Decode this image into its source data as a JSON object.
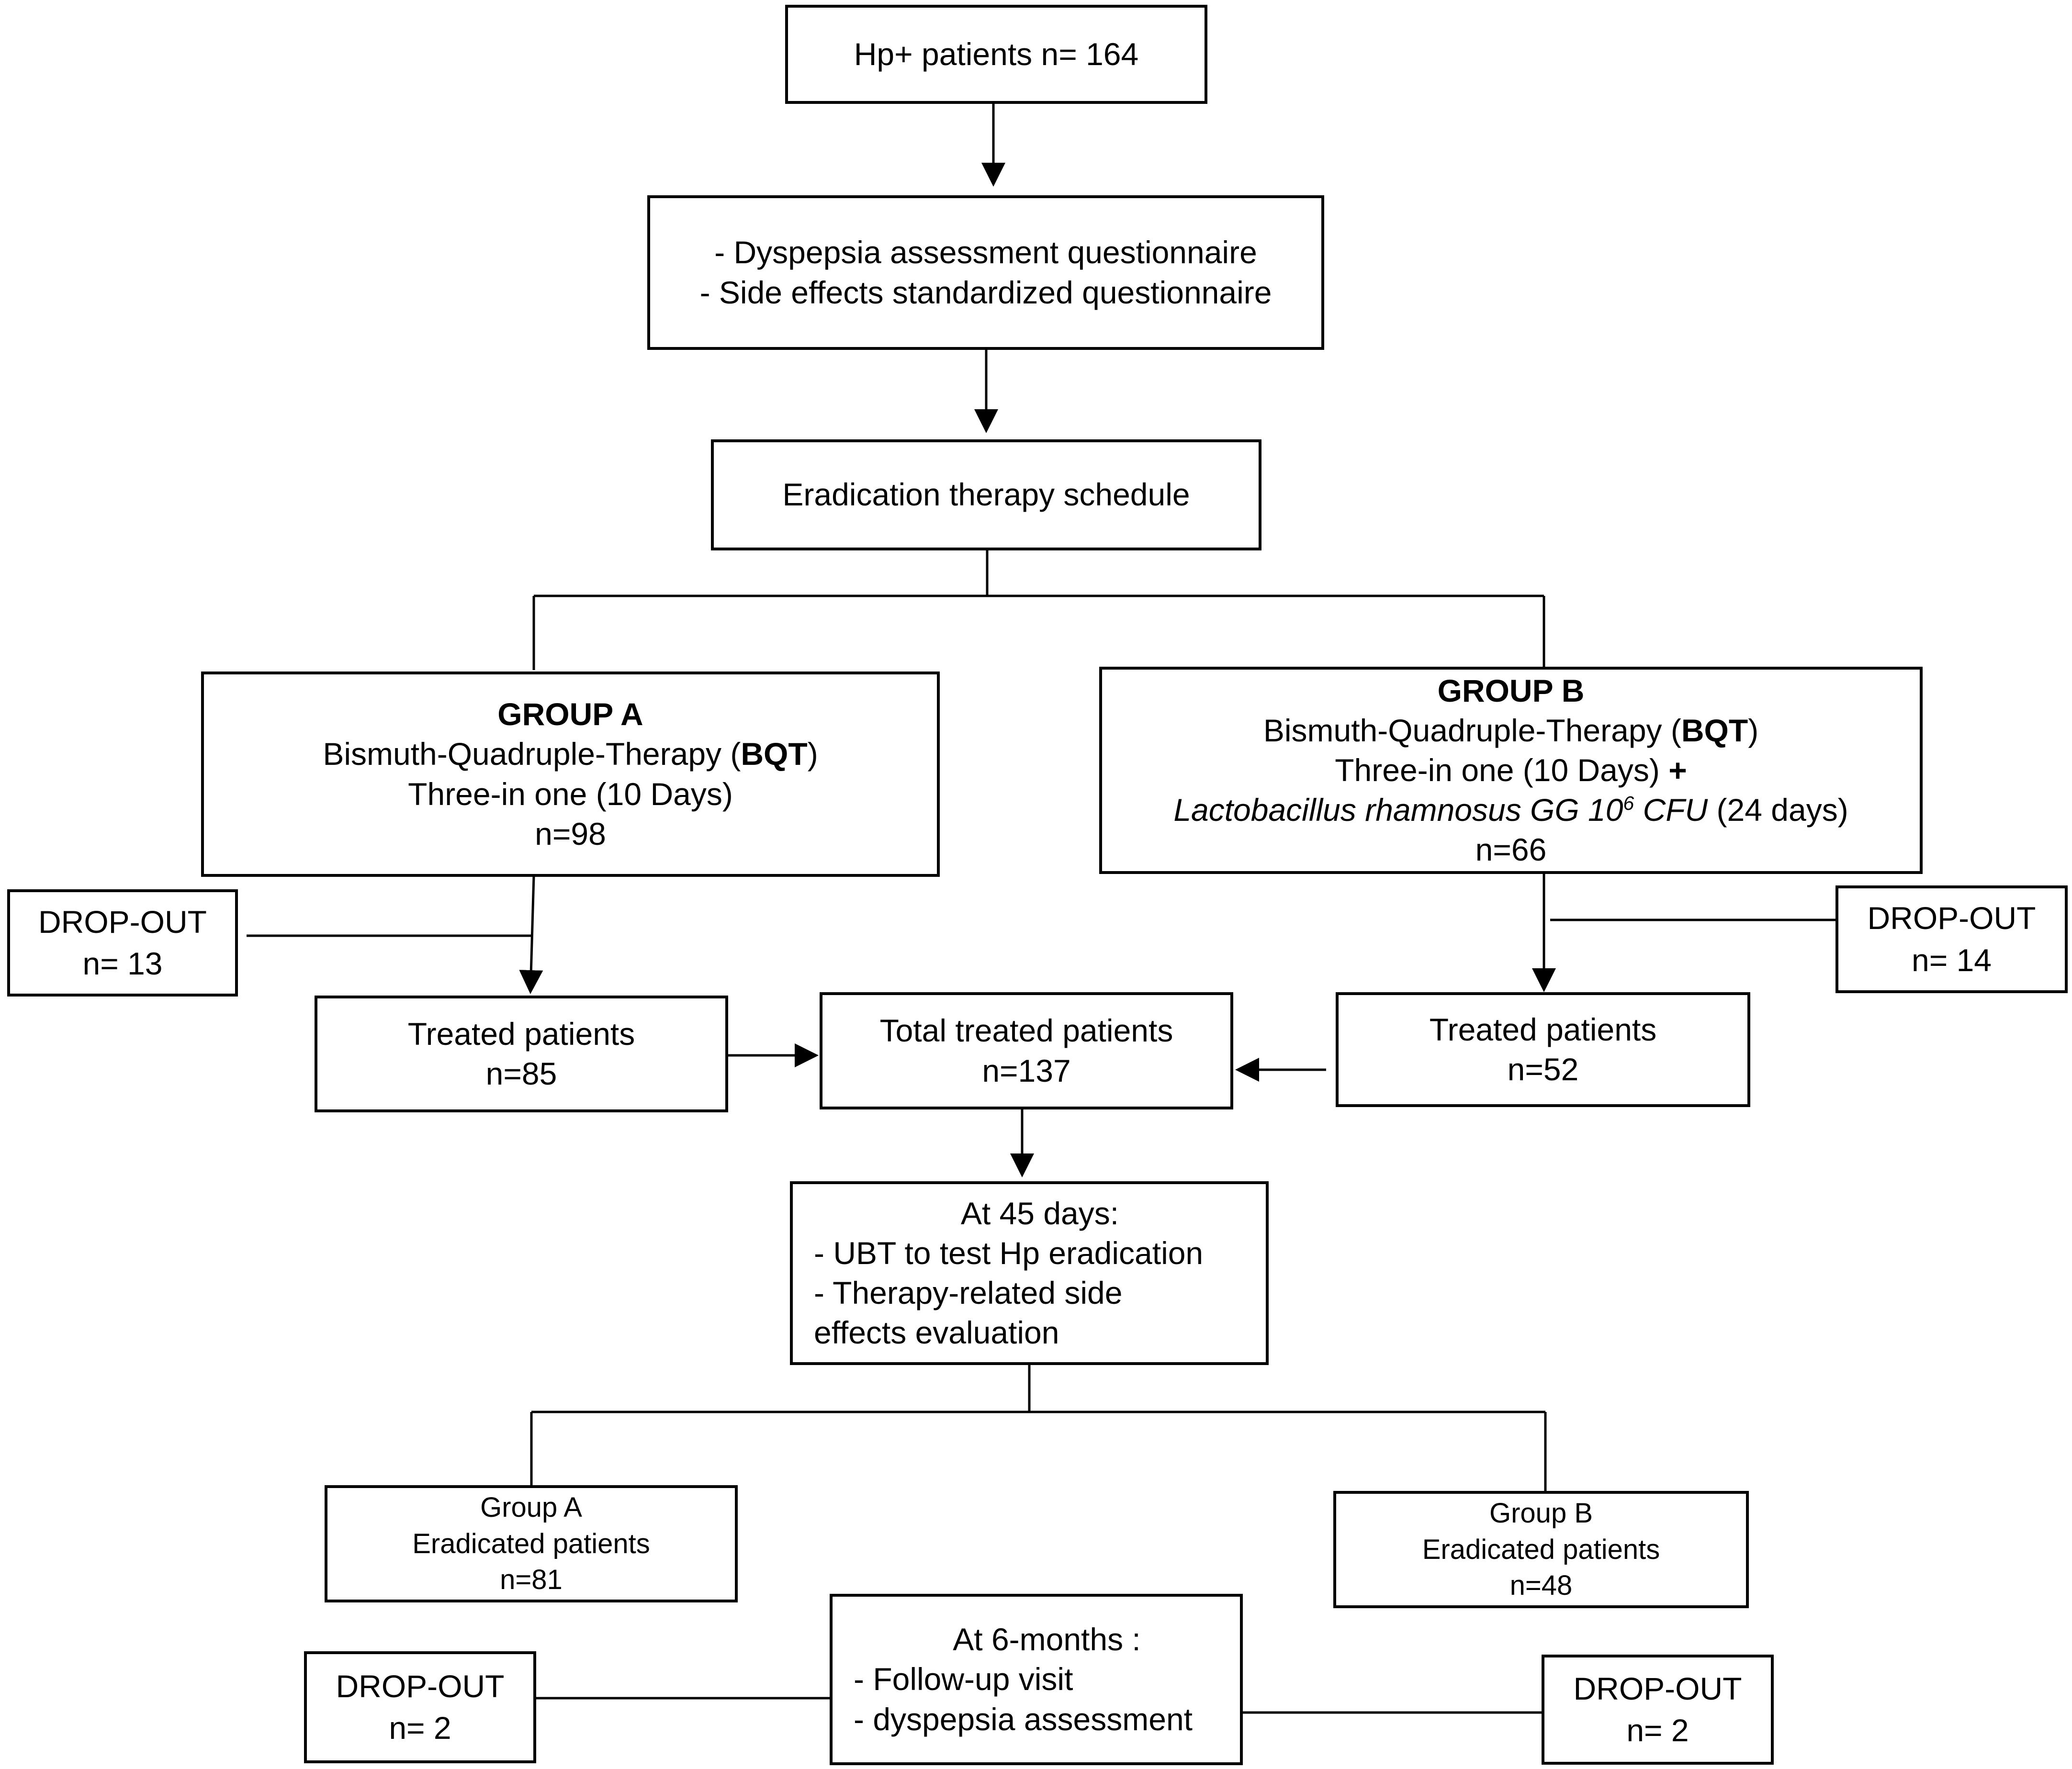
{
  "start": {
    "label": "Hp+ patients n= 164"
  },
  "questionnaires": {
    "line1": "- Dyspepsia assessment questionnaire",
    "line2": "- Side effects standardized questionnaire"
  },
  "schedule": {
    "label": "Eradication therapy schedule"
  },
  "group_a": {
    "title": "GROUP A",
    "therapy_prefix": "Bismuth-Quadruple-Therapy (",
    "therapy_bold": "BQT",
    "therapy_suffix": ")",
    "duration": "Three-in one (10 Days)",
    "n": "n=98"
  },
  "group_b": {
    "title": "GROUP B",
    "therapy_prefix": "Bismuth-Quadruple-Therapy (",
    "therapy_bold": "BQT",
    "therapy_suffix": ")",
    "duration": "Three-in one (10 Days) ",
    "plus": "+",
    "probiotic_italic": "Lactobacillus rhamnosus GG 10",
    "probiotic_exponent": "6",
    "probiotic_unit": " CFU",
    "probiotic_duration": " (24 days)",
    "n": "n=66"
  },
  "dropout_a": {
    "label": "DROP-OUT",
    "n": "n= 13"
  },
  "dropout_b": {
    "label": "DROP-OUT",
    "n": "n= 14"
  },
  "treated_a": {
    "label": "Treated patients",
    "n": "n=85"
  },
  "treated_total": {
    "label": "Total treated patients",
    "n": "n=137"
  },
  "treated_b": {
    "label": "Treated patients",
    "n": "n=52"
  },
  "day45": {
    "header": "At 45 days:",
    "line1": "- UBT to test Hp eradication",
    "line2": "- Therapy-related side",
    "line3": "effects evaluation"
  },
  "eradicated_a": {
    "group": "Group A",
    "label": "Eradicated patients",
    "n": "n=81"
  },
  "eradicated_b": {
    "group": "Group B",
    "label": "Eradicated patients",
    "n": "n=48"
  },
  "month6": {
    "header": "At 6-months :",
    "line1": "- Follow-up visit",
    "line2": "- dyspepsia assessment"
  },
  "dropout_c": {
    "label": "DROP-OUT",
    "n": "n= 2"
  },
  "dropout_d": {
    "label": "DROP-OUT",
    "n": "n= 2"
  }
}
